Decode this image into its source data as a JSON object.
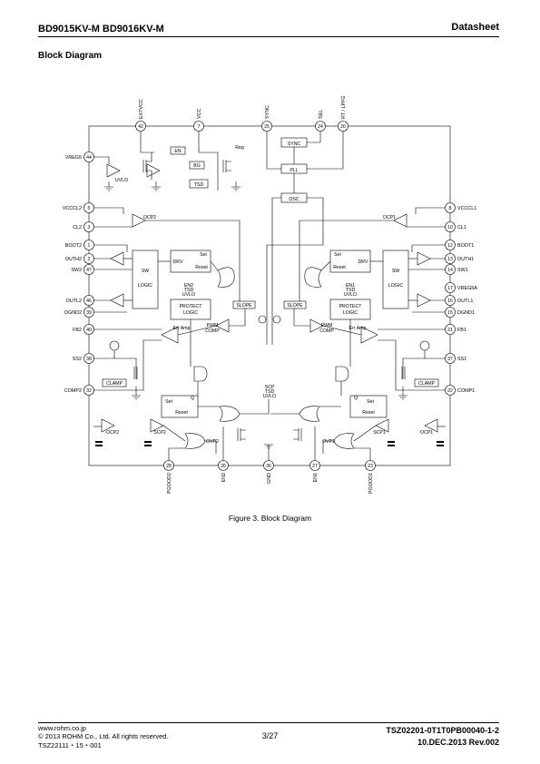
{
  "header": {
    "part_numbers": "BD9015KV-M BD9016KV-M",
    "doc_type": "Datasheet"
  },
  "section_title": "Block Diagram",
  "diagram": {
    "top_pins": [
      {
        "num": "42",
        "name": "EXTVCC"
      },
      {
        "num": "7",
        "name": "VCC"
      },
      {
        "num": "25",
        "name": "SYNC"
      },
      {
        "num": "24",
        "name": "SEL"
      },
      {
        "num": "20",
        "name": "RT / LPFG"
      }
    ],
    "bottom_pins": [
      {
        "num": "28",
        "name": "PGOOD2"
      },
      {
        "num": "26",
        "name": "EN2"
      },
      {
        "num": "36",
        "name": "GND"
      },
      {
        "num": "27",
        "name": "EN1"
      },
      {
        "num": "23",
        "name": "PGOOD1"
      }
    ],
    "left_pins": [
      {
        "num": "44",
        "name": "VREG5"
      },
      {
        "num": "5",
        "name": "VCCCL2"
      },
      {
        "num": "3",
        "name": "CL2"
      },
      {
        "num": "1",
        "name": "BOOT2"
      },
      {
        "num": "2",
        "name": "OUTH2"
      },
      {
        "num": "47",
        "name": "SW2"
      },
      {
        "num": "46",
        "name": "OUTL2"
      },
      {
        "num": "39",
        "name": "DGND2"
      },
      {
        "num": "40",
        "name": "FB2"
      },
      {
        "num": "38",
        "name": "SS2"
      },
      {
        "num": "32",
        "name": "COMP2"
      }
    ],
    "right_pins": [
      {
        "num": "8",
        "name": "VCCCL1"
      },
      {
        "num": "10",
        "name": "CL1"
      },
      {
        "num": "12",
        "name": "BOOT1"
      },
      {
        "num": "13",
        "name": "OUTH1"
      },
      {
        "num": "14",
        "name": "SW1"
      },
      {
        "num": "17",
        "name": "VREG5A"
      },
      {
        "num": "16",
        "name": "OUTL1"
      },
      {
        "num": "15",
        "name": "DGND1"
      },
      {
        "num": "21",
        "name": "FB1"
      },
      {
        "num": "37",
        "name": "SS1"
      },
      {
        "num": "22",
        "name": "COMP1"
      }
    ],
    "labels": {
      "uvlo": "UVLO",
      "en": "EN",
      "reg": "Reg",
      "bg": "BG",
      "tsd": "TSD",
      "sync": "SYNC",
      "pll": "PLL",
      "osc": "OSC",
      "ocp1": "OCP1",
      "ocp2": "OCP2",
      "drv": "DRV",
      "set": "Set",
      "reset": "Reset",
      "sw": "SW",
      "logic": "LOGIC",
      "protect": "PROTECT",
      "slope": "SLOPE",
      "pwm": "PWM",
      "comp": "COMP",
      "err_amp": "Err Amp",
      "clamp": "CLAMP",
      "q": "Q",
      "scp": "SCP",
      "scp1": "SCP1",
      "scp2": "SCP2",
      "en1": "EN1",
      "en2": "EN2",
      "ovp1": "OVP1",
      "ovp2": "OVP2",
      "vref": "+"
    }
  },
  "caption": "Figure 3. Block Diagram",
  "footer": {
    "website": "www.rohm.co.jp",
    "copyright": "© 2013 ROHM Co., Ltd. All rights reserved.",
    "doc_code": "TSZ22111・15・001",
    "page": "3/27",
    "doc_number": "TSZ02201-0T1T0PB00040-1-2",
    "revision": "10.DEC.2013 Rev.002"
  }
}
